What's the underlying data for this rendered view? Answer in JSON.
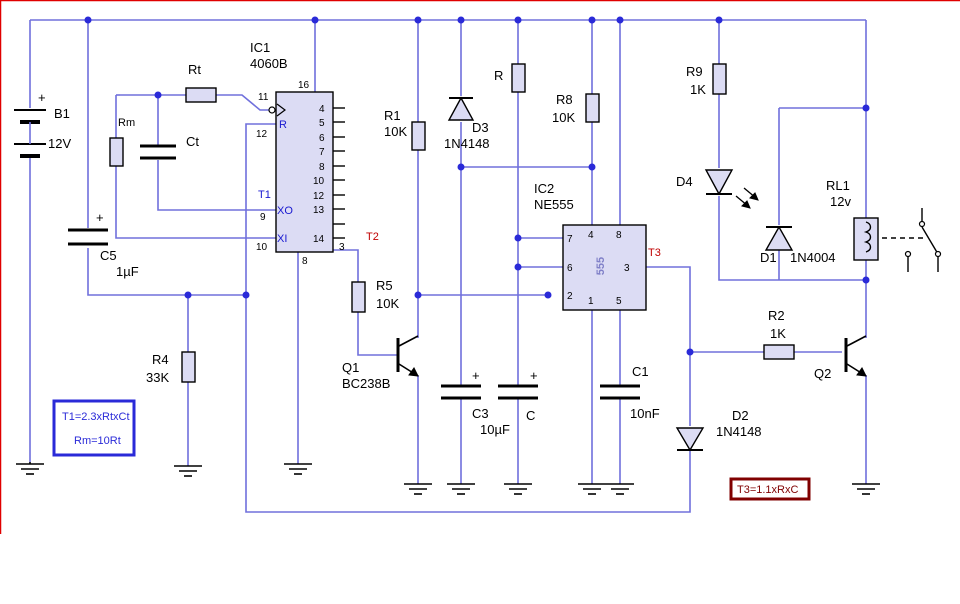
{
  "labels": {
    "ic1_name": "IC1",
    "ic1_part": "4060B",
    "ic2_name": "IC2",
    "ic2_part": "NE555",
    "ic2_body": "555",
    "rt": "Rt",
    "rm": "Rm",
    "ct": "Ct",
    "b1": "B1",
    "b1_v": "12V",
    "c5": "C5",
    "c5_v": "1µF",
    "r4": "R4",
    "r4_v": "33K",
    "r1": "R1",
    "r1_v": "10K",
    "d3": "D3",
    "d3_v": "1N4148",
    "r": "R",
    "r8": "R8",
    "r8_v": "10K",
    "r5": "R5",
    "r5_v": "10K",
    "q1": "Q1",
    "q1_v": "BC238B",
    "c3": "C3",
    "c3_v": "10µF",
    "c": "C",
    "c1": "C1",
    "c1_v": "10nF",
    "r9": "R9",
    "r9_v": "1K",
    "d4": "D4",
    "d1": "D1",
    "d1_v": "1N4004",
    "rl1": "RL1",
    "rl1_v": "12v",
    "r2": "R2",
    "r2_v": "1K",
    "q2": "Q2",
    "d2": "D2",
    "d2_v": "1N4148",
    "t1": "T1",
    "t2": "T2",
    "t3": "T3",
    "plus": "+"
  },
  "ic1_pins": {
    "p11": "11",
    "p12": "12",
    "p16": "16",
    "p9": "9",
    "p10": "10",
    "p8": "8",
    "p3": "3",
    "xo": "XO",
    "xi": "XI",
    "r": "R",
    "out4": "4",
    "out5": "5",
    "out6": "6",
    "out7": "7",
    "out8": "8",
    "out10": "10",
    "out12": "12",
    "out13": "13",
    "out14": "14"
  },
  "ic2_pins": {
    "p7": "7",
    "p4": "4",
    "p8": "8",
    "p6": "6",
    "p3": "3",
    "p2": "2",
    "p1": "1",
    "p5": "5"
  },
  "notes": {
    "formula1": "T1=2.3xRtxCt",
    "formula2": "Rm=10Rt",
    "formula3": "T3=1.1xRxC"
  },
  "colors": {
    "wire": "#7070dc",
    "junction": "#2a2ad8",
    "component_fill": "#dcdcf4",
    "note_blue": "#2a2ad8",
    "note_red": "#800000",
    "border_red": "#e00000"
  }
}
